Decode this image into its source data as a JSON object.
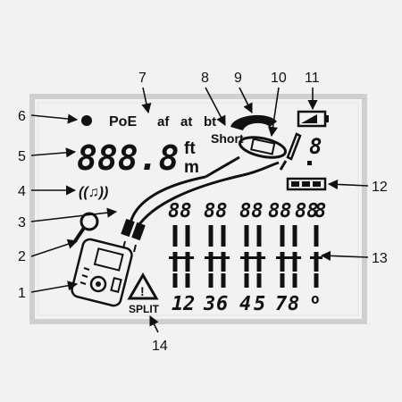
{
  "callouts": [
    "1",
    "2",
    "3",
    "4",
    "5",
    "6",
    "7",
    "8",
    "9",
    "10",
    "11",
    "12",
    "13",
    "14"
  ],
  "display": {
    "poe": "PoE",
    "poe_modes": [
      "af",
      "at",
      "bt"
    ],
    "short": "Short",
    "distance": "888.8",
    "unit_ft": "ft",
    "unit_m": "m",
    "port_digit": "8",
    "pair_digits": [
      "88",
      "88",
      "88",
      "88",
      "88",
      "8"
    ],
    "pin_numbers": [
      "1",
      "2",
      "3",
      "6",
      "4",
      "5",
      "7",
      "8"
    ],
    "pin_shield": "o",
    "split": "SPLIT",
    "warning_mark": "!"
  },
  "colors": {
    "lcd_bg": "#f2f2f2",
    "ink": "#111111",
    "frame": "#d8d8d8"
  }
}
